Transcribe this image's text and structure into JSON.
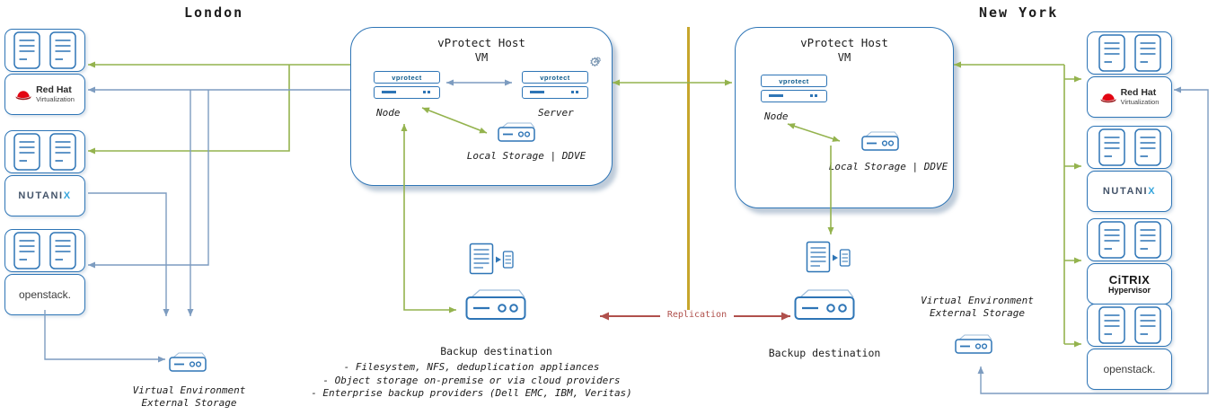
{
  "titles": {
    "left": "London",
    "right": "New York"
  },
  "colors": {
    "blue_border": "#2e75b6",
    "arrow_green": "#94b34e",
    "arrow_blue": "#7d9cc0",
    "arrow_red": "#b0504c",
    "divider_yellow": "#c7a62c",
    "redhat_red": "#e20613"
  },
  "icons": {
    "gear": "⚙"
  },
  "logos": {
    "redhat": {
      "line1": "Red Hat",
      "line2": "Virtualization"
    },
    "nutanix": {
      "main": "NUTANI",
      "x": "X"
    },
    "openstack": {
      "label": "openstack."
    },
    "citrix": {
      "line1": "CiTRIX",
      "line2": "Hypervisor"
    }
  },
  "vprotect_left": {
    "title": "vProtect Host",
    "subtitle": "VM",
    "bar_label": "vprotect",
    "node_label": "Node",
    "server_label": "Server",
    "storage_label": "Local Storage | DDVE"
  },
  "vprotect_right": {
    "title": "vProtect Host",
    "subtitle": "VM",
    "bar_label": "vprotect",
    "node_label": "Node",
    "storage_label": "Local Storage | DDVE"
  },
  "backup_left": {
    "label": "Backup destination",
    "bullets": [
      "- Filesystem, NFS, deduplication appliances",
      "- Object storage on-premise or via cloud providers",
      "- Enterprise backup providers (Dell EMC, IBM, Veritas)"
    ]
  },
  "backup_right": {
    "label": "Backup destination"
  },
  "replication": {
    "label": "Replication"
  },
  "external_storage_left": {
    "line1": "Virtual Environment",
    "line2": "External Storage"
  },
  "external_storage_right": {
    "line1": "Virtual Environment",
    "line2": "External Storage"
  }
}
